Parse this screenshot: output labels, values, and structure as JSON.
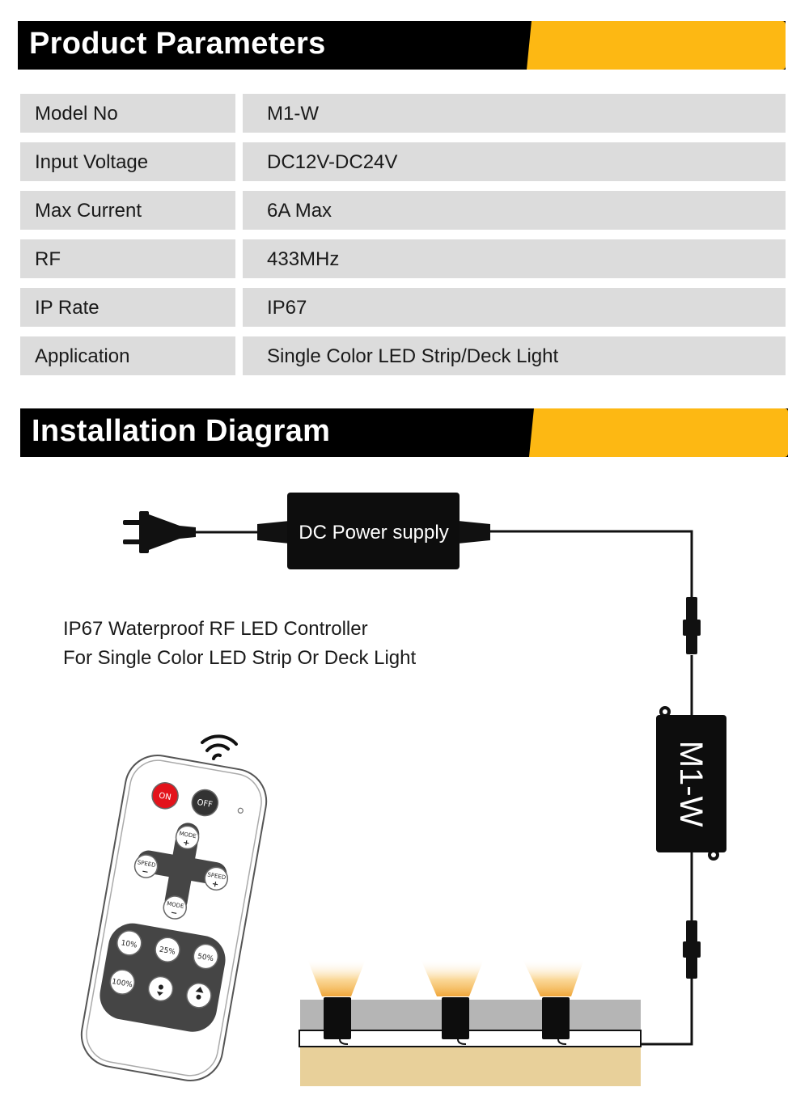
{
  "parameters": {
    "title": "Product Parameters",
    "rows": [
      {
        "label": "Model No",
        "value": "M1-W"
      },
      {
        "label": "Input Voltage",
        "value": "DC12V-DC24V"
      },
      {
        "label": "Max Current",
        "value": "6A Max"
      },
      {
        "label": "RF",
        "value": "433MHz"
      },
      {
        "label": "IP Rate",
        "value": "IP67"
      },
      {
        "label": "Application",
        "value": "Single Color LED Strip/Deck Light"
      }
    ]
  },
  "installation": {
    "title": "Installation Diagram",
    "power_supply_label": "DC Power supply",
    "controller_label": "M1-W",
    "description_line1": "IP67 Waterproof RF LED Controller",
    "description_line2": "For Single Color LED Strip Or Deck Light"
  },
  "remote": {
    "on_label": "ON",
    "off_label": "OFF",
    "mode_up_label": "MODE",
    "mode_down_label": "MODE",
    "speed_left_label": "SPEED",
    "speed_right_label": "SPEED",
    "plus": "+",
    "minus": "−",
    "levels": [
      "10%",
      "25%",
      "50%",
      "100%"
    ]
  },
  "colors": {
    "accent": "#fdb813",
    "banner": "#000000",
    "cell_bg": "#dcdcdc",
    "on_button": "#e3131b",
    "deck_wood": "#e8d09a",
    "deck_gray": "#b5b5b5",
    "light_glow": "#f5b84a"
  }
}
